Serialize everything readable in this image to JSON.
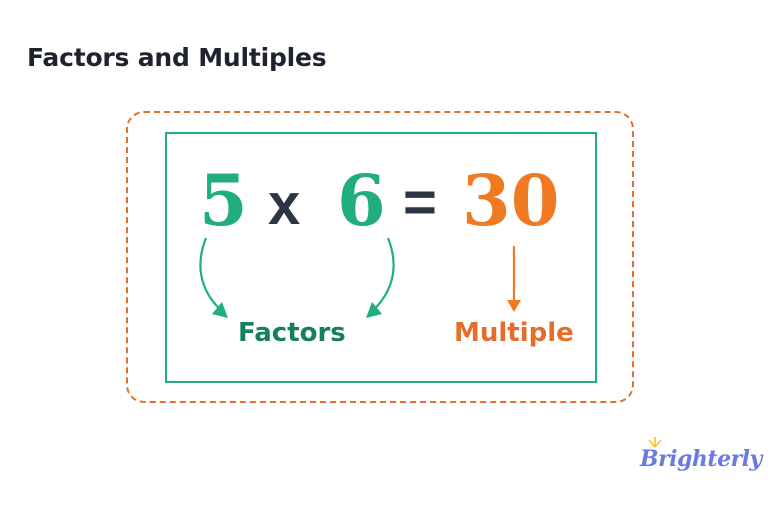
{
  "title": "Factors and Multiples",
  "equation": {
    "factor_a": "5",
    "operator_times": "x",
    "factor_b": "6",
    "operator_equals": "=",
    "product": "30"
  },
  "labels": {
    "factors": "Factors",
    "multiple": "Multiple"
  },
  "logo": {
    "text": "Brighterly"
  },
  "colors": {
    "factor_green": "#1fae7c",
    "factors_label_green": "#14805c",
    "multiple_orange": "#f07a22",
    "dashed_border_orange": "#e76d2b",
    "operator_dark": "#2d3443",
    "title_dark": "#1f2330",
    "logo_purple": "#6b79e0"
  }
}
